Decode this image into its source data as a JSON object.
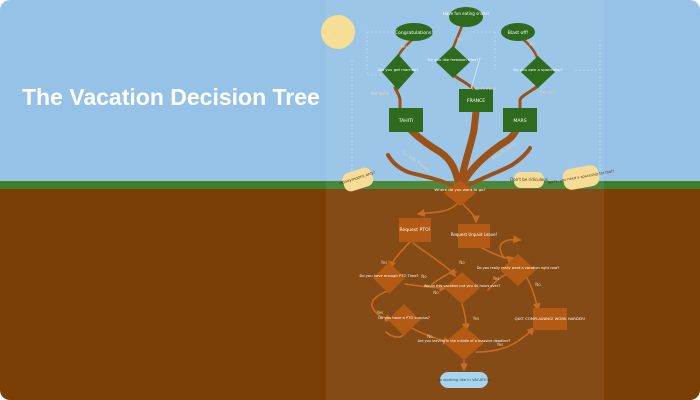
{
  "title": "The Vacation Decision Tree",
  "colors": {
    "sky": "#95c2e6",
    "grass": "#3f7f2c",
    "soil": "#7b3e05",
    "trunk": "#9b5218",
    "leaf_node": "#2e6b1e",
    "root_node": "#b35a14",
    "sun": "#f6df94",
    "note": "#f6dc96",
    "terminal": "#a8d4ee"
  },
  "tree": {
    "top_bubbles": [
      "Congratulations!",
      "Have fun eating snails!",
      "Blast off!"
    ],
    "diamonds": [
      "Did you get married?",
      "Do you like freedom fries?",
      "Do you own a spaceship?"
    ],
    "destinations": [
      "TAHITI",
      "FRANCE",
      "MARS"
    ],
    "edge_labels": [
      "Yes",
      "Yes",
      "Yes",
      "Not quite",
      "I don't mind",
      "I'm rich!",
      "Go with friends",
      "Go with family"
    ],
    "side_notes": [
      "Honeymoons only!",
      "Don't be ridiculous",
      "Sorry, you need a spaceship for that!"
    ]
  },
  "roots": {
    "start": "Where do you want to go?",
    "request_pto": "Request PTO!",
    "request_unpaid": "Request Unpaid Leave!",
    "q_enough_pto": "Do you have enough PTO Time?",
    "q_pto_surplus": "Do you have a PTO surplus?",
    "q_lose_hours": "Would this vacation put you 40 hours over?",
    "q_need_vacation": "Do you really really want a vacation right now?",
    "q_deadline": "Are you leaving in the middle of a massive deadline?",
    "quit": "QUIT COMPLAINING! WORK HARDER!",
    "end": "No working like in VACATION",
    "edge_labels": [
      "Yes",
      "No",
      "Yes",
      "No",
      "No",
      "Yes",
      "No",
      "Yes",
      "No",
      "Yes"
    ]
  }
}
